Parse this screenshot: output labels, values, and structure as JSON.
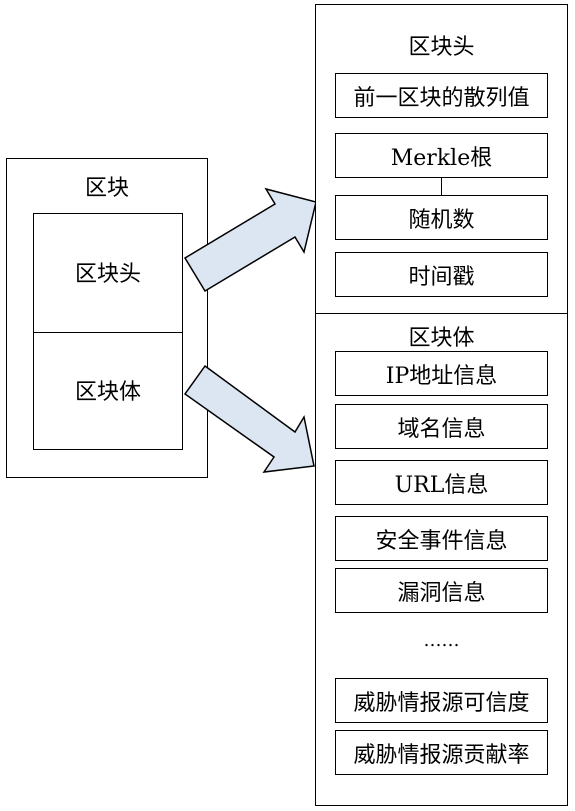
{
  "block": {
    "title": "区块",
    "header_label": "区块头",
    "body_label": "区块体"
  },
  "header_panel": {
    "title": "区块头",
    "fields": [
      "前一区块的散列值",
      "Merkle根",
      "随机数",
      "时间戳"
    ]
  },
  "body_panel": {
    "title": "区块体",
    "fields": [
      "IP地址信息",
      "域名信息",
      "URL信息",
      "安全事件信息",
      "漏洞信息"
    ],
    "ellipsis": "……",
    "extra_fields": [
      "威胁情报源可信度",
      "威胁情报源贡献率"
    ]
  },
  "colors": {
    "arrow_fill": "#dce6f2",
    "arrow_stroke": "#000000"
  }
}
